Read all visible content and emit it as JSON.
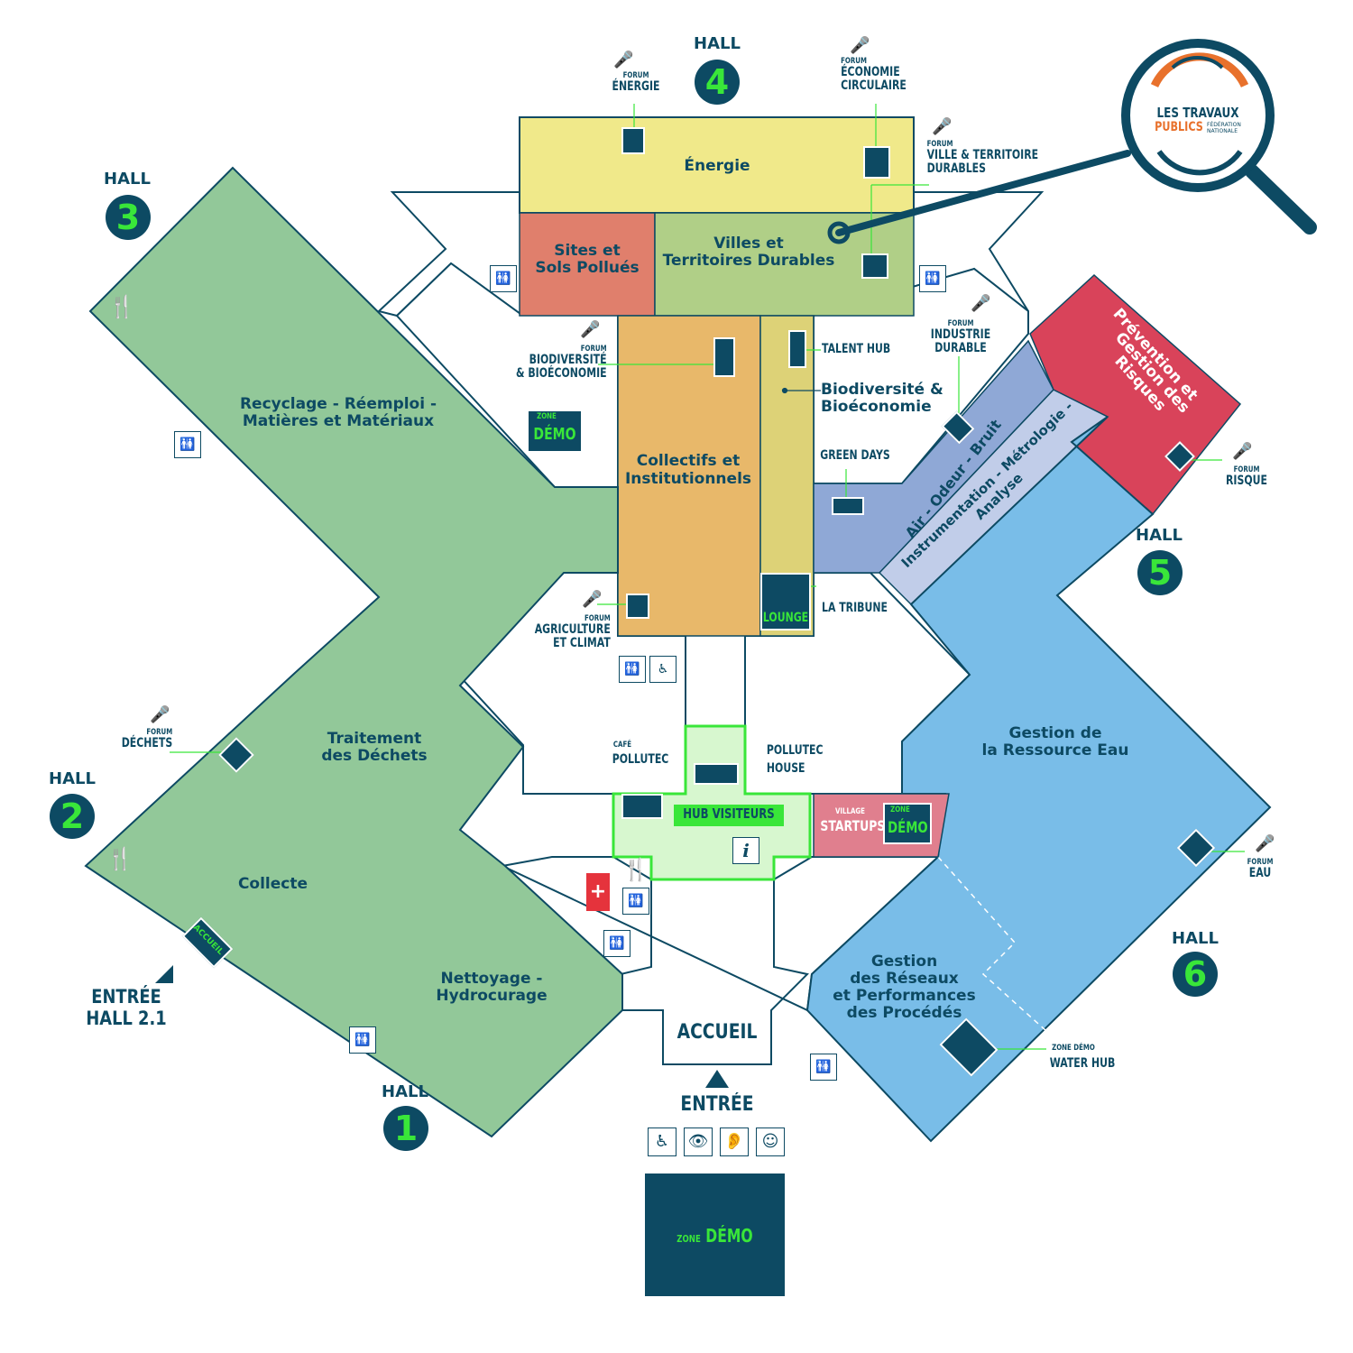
{
  "halls": [
    {
      "label": "HALL",
      "number": "1"
    },
    {
      "label": "HALL",
      "number": "2"
    },
    {
      "label": "HALL",
      "number": "3"
    },
    {
      "label": "HALL",
      "number": "4"
    },
    {
      "label": "HALL",
      "number": "5"
    },
    {
      "label": "HALL",
      "number": "6"
    }
  ],
  "zones": {
    "energie": "Énergie",
    "sites_sols_1": "Sites et",
    "sites_sols_2": "Sols Pollués",
    "villes_1": "Villes et",
    "villes_2": "Territoires Durables",
    "collectifs_1": "Collectifs et",
    "collectifs_2": "Institutionnels",
    "biodiversite_1": "Biodiversité &",
    "biodiversite_2": "Bioéconomie",
    "recyclage_1": "Recyclage - Réemploi -",
    "recyclage_2": "Matières et Matériaux",
    "traitement_1": "Traitement",
    "traitement_2": "des Déchets",
    "collecte": "Collecte",
    "nettoyage_1": "Nettoyage -",
    "nettoyage_2": "Hydrocurage",
    "air": "Air - Odeur - Bruit",
    "instrumentation_1": "Instrumentation - Métrologie -",
    "instrumentation_2": "Analyse",
    "prevention_1": "Prévention et",
    "prevention_2": "Gestion des Risques",
    "eau_1": "Gestion de",
    "eau_2": "la Ressource Eau",
    "reseaux_1": "Gestion",
    "reseaux_2": "des Réseaux",
    "reseaux_3": "et Performances",
    "reseaux_4": "des Procédés"
  },
  "forums": {
    "small": "FORUM",
    "energie": "ÉNERGIE",
    "economie_1": "ÉCONOMIE",
    "economie_2": "CIRCULAIRE",
    "ville_1": "VILLE & TERRITOIRE",
    "ville_2": "DURABLES",
    "biodiversite_1": "BIODIVERSITÉ",
    "biodiversite_2": "& BIOÉCONOMIE",
    "industrie_1": "INDUSTRIE",
    "industrie_2": "DURABLE",
    "agriculture_1": "AGRICULTURE",
    "agriculture_2": "ET CLIMAT",
    "dechets": "DÉCHETS",
    "risque": "RISQUE",
    "eau": "EAU"
  },
  "spots": {
    "talent_hub": "TALENT HUB",
    "green_days": "GREEN DAYS",
    "la_tribune": "LA TRIBUNE",
    "lounge": "LOUNGE",
    "cafe_small": "CAFÉ",
    "cafe": "POLLUTEC",
    "pollutec_house_1": "POLLUTEC",
    "pollutec_house_2": "HOUSE",
    "hub_visiteurs": "HUB VISITEURS",
    "info": "i",
    "village_small": "VILLAGE",
    "startups": "STARTUPS",
    "zone_small": "ZONE",
    "demo": "DÉMO",
    "zone_demo_small": "ZONE DÉMO",
    "water_hub": "WATER HUB",
    "accueil_badge": "ACCUEIL",
    "accueil": "ACCUEIL",
    "entree": "ENTRÉE",
    "entree_hall21_1": "ENTRÉE",
    "entree_hall21_2": "HALL 2.1",
    "zone_demo_bottom_small": "ZONE",
    "zone_demo_bottom": "DÉMO"
  },
  "logo": {
    "line1": "LES TRAVAUX",
    "line2": "PUBLICS",
    "line3": "FÉDÉRATION",
    "line4": "NATIONALE"
  },
  "icons": [
    "microphone-icon",
    "toilets-icon",
    "wheelchair-icon",
    "restaurant-icon",
    "first-aid-icon",
    "info-icon",
    "magnifier-icon"
  ],
  "colors": {
    "navy": "#0d4a63",
    "accent_green": "#39e639",
    "energie": "#f0e98a",
    "sites_sols": "#e07f6c",
    "villes": "#b0cf87",
    "collectifs": "#e8b86a",
    "biodiversite": "#ddd277",
    "recyclage": "#92c899",
    "air": "#8fa8d6",
    "instrumentation": "#c1cde9",
    "prevention": "#d9435a",
    "eau": "#79bde8",
    "hub": "#d7f7cf",
    "village": "#e07f8e"
  }
}
